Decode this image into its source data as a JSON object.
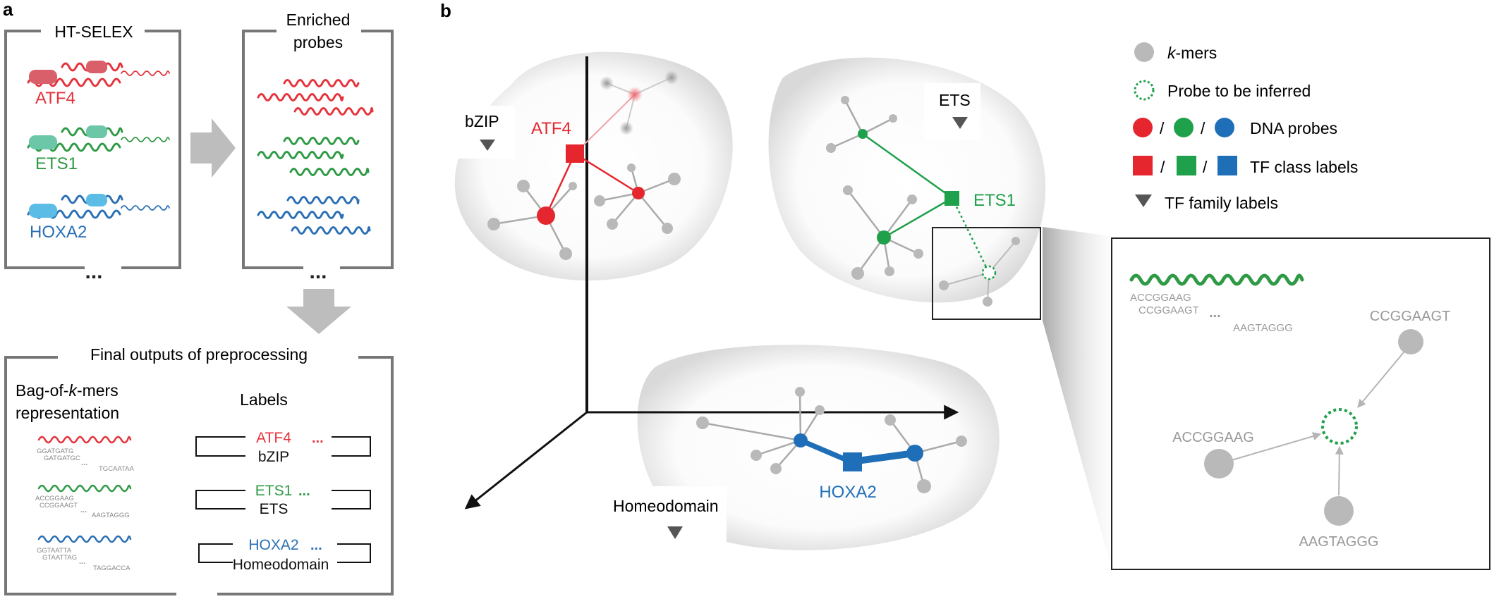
{
  "panel_a": {
    "letter": "a",
    "htselex_title": "HT-SELEX",
    "enriched_title_1": "Enriched",
    "enriched_title_2": "probes",
    "tfs": [
      {
        "name": "ATF4",
        "color": "#e5323b",
        "protein_color": "#d9606a"
      },
      {
        "name": "ETS1",
        "color": "#2f9a45",
        "protein_color": "#6cc7a8"
      },
      {
        "name": "HOXA2",
        "color": "#2a6fb5",
        "protein_color": "#5bbde6"
      }
    ],
    "ellipsis": "...",
    "final_title": "Final outputs of preprocessing",
    "bag_title_1": "Bag-of-",
    "bag_title_k": "k",
    "bag_title_2": "-mers",
    "bag_title_3": "representation",
    "labels_title": "Labels",
    "kmers": [
      {
        "a": "GGATGATG",
        "b": "GATGATGC",
        "c": "TGCAATAA"
      },
      {
        "a": "ACCGGAAG",
        "b": "CCGGAAGT",
        "c": "AAGTAGGG"
      },
      {
        "a": "GGTAATTA",
        "b": "GTAATTAG",
        "c": "TAGGACCA"
      }
    ],
    "label_rows": [
      {
        "tf": "ATF4",
        "family": "bZIP"
      },
      {
        "tf": "ETS1",
        "family": "ETS"
      },
      {
        "tf": "HOXA2",
        "family": "Homeodomain"
      }
    ]
  },
  "panel_b": {
    "letter": "b",
    "family_bzip": "bZIP",
    "family_ets": "ETS",
    "family_homeo": "Homeodomain",
    "tf_atf4": "ATF4",
    "tf_ets1": "ETS1",
    "tf_hoxa2": "HOXA2",
    "legend": {
      "kmers_k": "k",
      "kmers": "-mers",
      "probe": "Probe to be inferred",
      "dna": "DNA probes",
      "tfclass": "TF class labels",
      "family": "TF family labels",
      "slash": "/"
    },
    "inset": {
      "kmer1": "ACCGGAAG",
      "kmer2": "CCGGAAGT",
      "kmer3": "AAGTAGGG",
      "node_top": "CCGGAAGT",
      "node_left": "ACCGGAAG",
      "node_bottom": "AAGTAGGG"
    }
  },
  "colors": {
    "red": "#e5262e",
    "green": "#1fa04a",
    "blue": "#1f6fb8",
    "gray_node": "#b9b9b9",
    "frame": "#777777"
  }
}
